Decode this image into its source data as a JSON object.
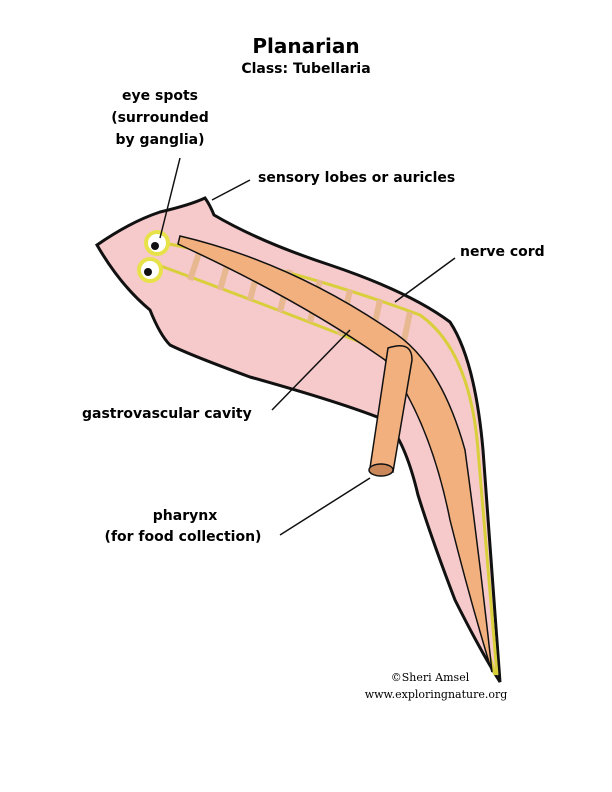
{
  "title": "Planarian",
  "subtitle": "Class: Tubellaria",
  "labels": {
    "eye_spots": [
      "eye spots",
      "(surrounded",
      "by ganglia)"
    ],
    "sensory_lobes": "sensory lobes or auricles",
    "nerve_cord": "nerve cord",
    "gastrovascular": "gastrovascular cavity",
    "pharynx": [
      "pharynx",
      "(for food collection)"
    ]
  },
  "credit": {
    "author": "©Sheri Amsel",
    "site": "www.exploringnature.org"
  },
  "colors": {
    "body": "#f6c9cb",
    "gut": "#f2b07e",
    "nerve": "#e8e24a",
    "outline": "#111111"
  }
}
